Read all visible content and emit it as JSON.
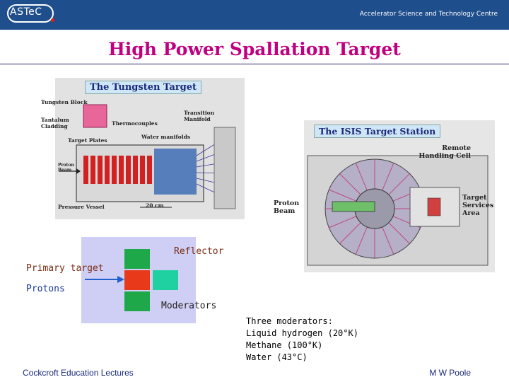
{
  "header": {
    "logo_text": "ASTeC",
    "organization": "Accelerator Science and Technology Centre"
  },
  "slide": {
    "title": "High Power Spallation Target"
  },
  "tungsten_photo": {
    "title": "The Tungsten Target",
    "labels": {
      "tungsten_block": "Tungsten Block",
      "tantalum_cladding": "Tantalum Cladding",
      "thermocouples": "Thermocouples",
      "transition_manifold": "Transition Manifold",
      "water_manifolds": "Water manifolds",
      "target_plates": "Target Plates",
      "proton_beam": "Proton Beam",
      "pressure_vessel": "Pressure Vessel",
      "scale": "20 cm"
    }
  },
  "isis_photo": {
    "title": "The ISIS Target Station",
    "labels": {
      "remote_handling": "Remote Handling Cell",
      "proton_beam": "Proton Beam",
      "target_services": "Target Services Area"
    }
  },
  "schematic": {
    "reflector": "Reflector",
    "primary_target": "Primary target",
    "protons": "Protons",
    "moderators": "Moderators",
    "colors": {
      "box": "#cfcff5",
      "moderator": "#1fa84a",
      "target": "#e83a1a",
      "moderator_side": "#1fd1a0",
      "text": "#7a2a10",
      "arrow": "#1f5fd0"
    }
  },
  "notes": {
    "heading": "Three moderators:",
    "items": [
      "Liquid hydrogen (20°K)",
      "Methane (100°K)",
      "Water (43°C)"
    ]
  },
  "footer": {
    "left": "Cockcroft  Education Lectures",
    "right": "M W Poole"
  }
}
